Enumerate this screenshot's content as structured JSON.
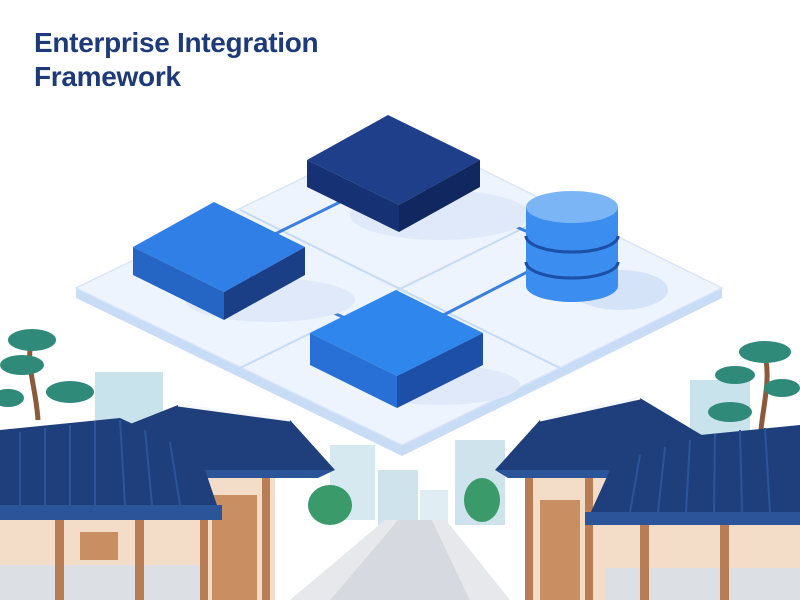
{
  "title": {
    "line1": "Enterprise Integration",
    "line2": "Framework"
  },
  "colors": {
    "title": "#1e3a78",
    "navy_block": "#1f3f8a",
    "blue_block": "#2f7fe6",
    "platform": "#eef4fd",
    "roof": "#1f3f7c",
    "wall": "#f3dcc8",
    "wood": "#b87d55",
    "pine": "#2f8a7a",
    "road": "#d6dae0"
  },
  "icons": [
    "network-block",
    "database-cylinder",
    "hanok-roof",
    "pine-tree"
  ]
}
